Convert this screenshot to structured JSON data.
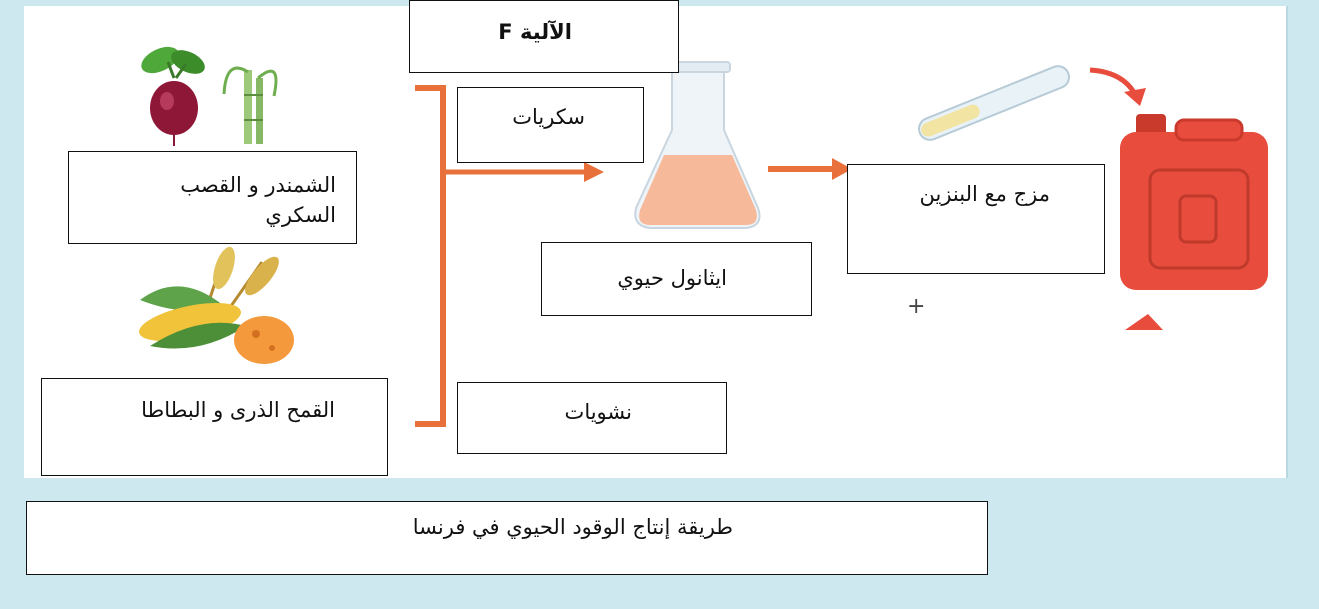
{
  "diagram": {
    "title": "طريقة إنتاج الوقود الحيوي في فرنسا",
    "mechanism_label": "الآلية F",
    "sources": {
      "beet_cane": [
        "الشمندر و القصب",
        "السكري"
      ],
      "grains_potato": "القمح الذرى و البطاطا"
    },
    "intermediates": {
      "sugars": "سكريات",
      "starches": "نشويات"
    },
    "product": "ايثانول حيوي",
    "blend": "مزج مع البنزين",
    "plus_sign": "+",
    "icons": [
      "beet-icon",
      "sugarcane-icon",
      "wheat-icon",
      "corn-icon",
      "potato-icon",
      "flask-icon",
      "test-tube-icon",
      "jerrycan-icon"
    ],
    "colors": {
      "arrow": "#e8703a",
      "flask_liquid": "#f6b99a",
      "jerrycan": "#e84c3d",
      "frame": "#cde8ef"
    }
  }
}
